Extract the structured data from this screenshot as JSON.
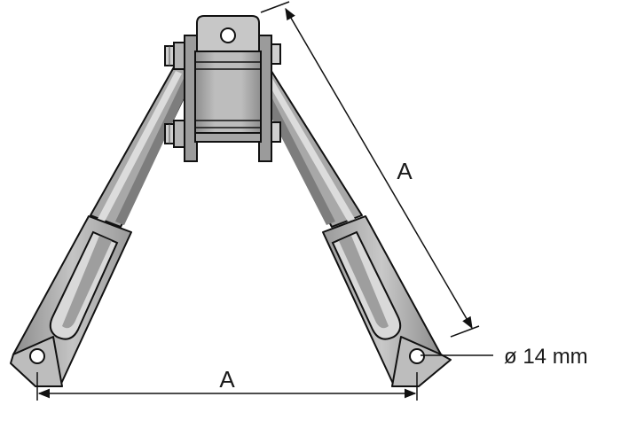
{
  "diagram": {
    "labels": {
      "dim_span": "A",
      "dim_leg": "A",
      "hole": "ø 14 mm"
    },
    "colors": {
      "metal_dark": "#8a8a8a",
      "metal_mid": "#b3b3b3",
      "metal_light": "#d2d2d2",
      "metal_highlight": "#ececec",
      "outline": "#111111",
      "background": "#ffffff"
    }
  }
}
